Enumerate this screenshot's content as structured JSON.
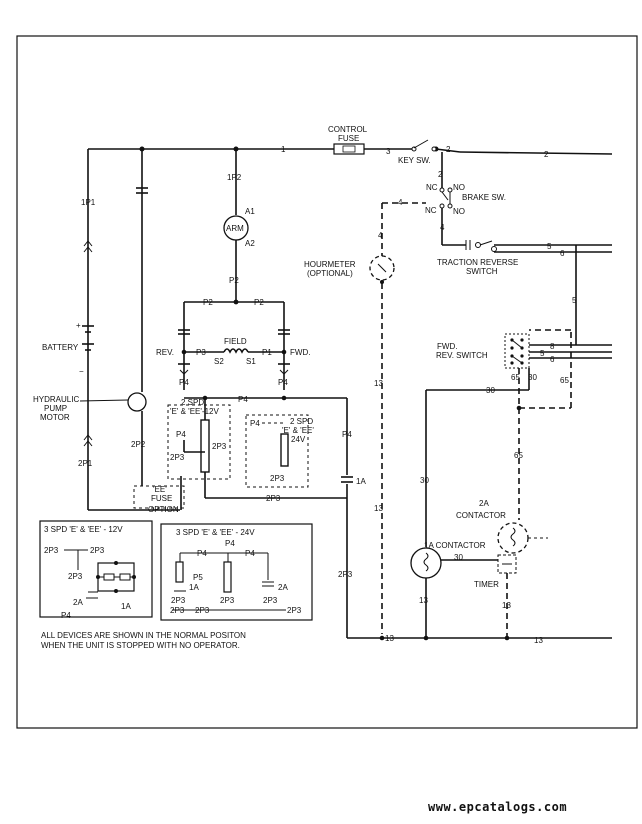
{
  "labels": {
    "control_fuse_1": "CONTROL",
    "control_fuse_2": "FUSE",
    "key_sw": "KEY SW.",
    "brake_sw": "BRAKE SW.",
    "nc1": "NC",
    "no1": "NO",
    "nc2": "NC",
    "no2": "NO",
    "traction_1": "TRACTION REVERSE",
    "traction_2": "SWITCH",
    "hourmeter_1": "HOURMETER",
    "hourmeter_2": "(OPTIONAL)",
    "fwd_rev_1": "FWD.",
    "fwd_rev_2": "REV. SWITCH",
    "battery": "BATTERY",
    "hyd_1": "HYDRAULIC",
    "hyd_2": "PUMP",
    "hyd_3": "MOTOR",
    "arm": "ARM",
    "field": "FIELD",
    "rev": "REV.",
    "fwd": "FWD.",
    "spd12_1": "2 SPD",
    "spd12_2": "'E' & 'EE'-12V",
    "spd24_1": "2 SPD",
    "spd24_2": "'E' & 'EE'",
    "spd24_3": "24V",
    "ee_1": "'EE'",
    "ee_2": "FUSE",
    "ee_3": "OPTION",
    "box12": "3 SPD 'E' & 'EE' - 12V",
    "box24": "3 SPD 'E' & 'EE' - 24V",
    "contactor2a_1": "2A",
    "contactor2a_2": "CONTACTOR",
    "contactor1a": "1A CONTACTOR",
    "timer": "TIMER",
    "note_1": "ALL DEVICES ARE SHOWN IN THE NORMAL POSITON",
    "note_2": "WHEN THE UNIT IS STOPPED WITH NO OPERATOR."
  },
  "wires": {
    "w1": "1",
    "w2a": "2",
    "w2b": "2",
    "w2c": "2",
    "w3": "3",
    "w4a": "4",
    "w4b": "4",
    "w4c": "4",
    "w5a": "5",
    "w5b": "5",
    "w5c": "5",
    "w6a": "6",
    "w6b": "6",
    "w8": "8",
    "w1p1": "1P1",
    "w1p2": "1P2",
    "w2p1": "2P1",
    "w2p2": "2P2",
    "a1": "A1",
    "a2": "A2",
    "p2a": "P2",
    "p2b": "P2",
    "p2c": "P2",
    "p3a": "P3",
    "p1": "P1",
    "s1": "S1",
    "s2": "S2",
    "p4a": "P4",
    "p4b": "P4",
    "p4c": "P4",
    "p4d": "P4",
    "p4e": "P4",
    "p4f": "P4",
    "p4g": "P4",
    "p4h": "P4",
    "p4i": "P4",
    "p4j": "P4",
    "p5": "P5",
    "2p3a": "2P3",
    "2p3b": "2P3",
    "2p3c": "2P3",
    "2p3d": "2P3",
    "2p3e": "2P3",
    "2p3f": "2P3",
    "2p3g": "2P3",
    "2p3h": "2P3",
    "2p3i": "2P3",
    "2p3j": "2P3",
    "2p3k": "2P3",
    "2p3l": "2P3",
    "2p3m": "2P3",
    "w1a": "1A",
    "w1b": "1A",
    "w1c": "1A",
    "w2ab": "2A",
    "w2ac": "2A",
    "w13a": "13",
    "w13b": "13",
    "w13c": "13",
    "w13d": "13",
    "w13e": "13",
    "w13f": "13",
    "w13g": "13",
    "w30a": "30",
    "w30b": "30",
    "w30c": "30",
    "w30d": "30",
    "w65a": "65",
    "w65b": "65",
    "w65c": "65"
  },
  "watermark": "www.epcatalogs.com"
}
